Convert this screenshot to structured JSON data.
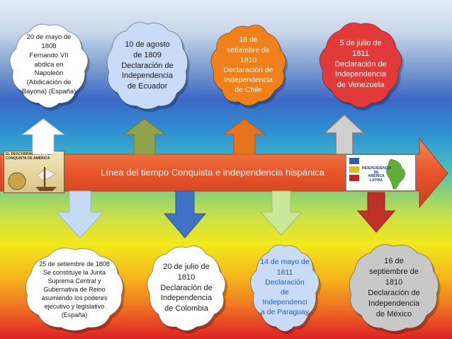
{
  "title": "Línea del tiempo Conquista e independencia hispánica",
  "left_logo_text": "EL DESCUBRIMIENTO Y LA\nCONQUISTA DE AMÉRICA",
  "right_logo_text": "INDEPENDENCIA\nDE\nAMÉRICA\nLATINA",
  "colors": {
    "white_cloud": "#ffffff",
    "blue_cloud": "#c9dbf7",
    "orange_cloud": "#f0801a",
    "red_cloud": "#e23a38",
    "gray_cloud": "#c8c8c8",
    "band_main": "#e8542a",
    "arrow_white": "#ffffff",
    "arrow_olive": "#8fa34a",
    "arrow_orange": "#e8731d",
    "arrow_gray": "#cfcfcf",
    "arrow_lightblue": "#c5daf3",
    "arrow_blue": "#3f72c4",
    "arrow_lightgreen": "#cbe89a",
    "arrow_red": "#c0312c"
  },
  "events_top": [
    {
      "text": "20 de mayo de\n1808\nFernando VII\nabdica en\nNapoleón\n(Abdicación de\nBayona) (España)",
      "color": "white_cloud",
      "arrow": "arrow_white"
    },
    {
      "text": "10 de agosto\nde 1809\nDeclaración de\nIndependencia\nde Ecuador",
      "color": "blue_cloud",
      "arrow": "arrow_olive"
    },
    {
      "text": "18 de\nsetiembre de\n1810\nDeclaración de\nIndependencia\nde Chile",
      "color": "orange_cloud",
      "arrow": "arrow_orange"
    },
    {
      "text": "5 de julio de\n1811\nDeclaración de\nIndependencia\nde Venezuela",
      "color": "red_cloud",
      "arrow": "arrow_gray"
    }
  ],
  "events_bottom": [
    {
      "text": "25 de setiembre de 1808\nSe constituye la Junta\nSuprema Central y\nGubernativa de Reino\nasumiendo los poderes\nejecutivo y legislativo\n(España)",
      "color": "white_cloud",
      "arrow": "arrow_lightblue"
    },
    {
      "text": "20 de julio de\n1810\nDeclaración de\nIndependencia\nde Colombia",
      "color": "white_cloud",
      "arrow": "arrow_blue"
    },
    {
      "text": "14 de mayo de\n1811\nDeclaración\nde\nIndependenci\na de Paraguay",
      "color": "blue_cloud",
      "arrow": "arrow_lightgreen"
    },
    {
      "text": "16 de\nseptiembre de\n1810\nDeclaración de\nIndependencia\nde México",
      "color": "gray_cloud",
      "arrow": "arrow_red"
    }
  ]
}
